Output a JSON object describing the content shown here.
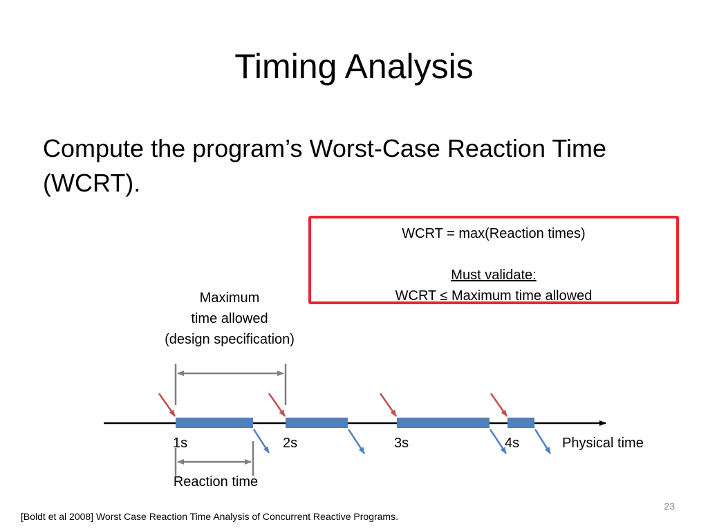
{
  "slide": {
    "title": "Timing Analysis",
    "body": "Compute the program’s Worst-Case Reaction Time (WCRT).",
    "slide_number": "23",
    "citation": "[Boldt et al 2008] Worst Case Reaction Time Analysis of Concurrent Reactive Programs."
  },
  "wcrt_box": {
    "line1": "WCRT = max(Reaction times)",
    "line2": "Must validate:",
    "line3": "WCRT ≤ Maximum time allowed",
    "border_color": "#e8262d"
  },
  "max_time": {
    "line1": "Maximum",
    "line2": "time allowed",
    "line3": "(design specification)"
  },
  "timeline": {
    "ticks": [
      "1s",
      "2s",
      "3s",
      "4s"
    ],
    "axis_label": "Physical time",
    "reaction_label": "Reaction time",
    "bar_color": "#4f81bd",
    "input_arrow_color": "#c0504d",
    "output_arrow_color": "#4f81bd",
    "bracket_color": "#7f7f7f"
  }
}
